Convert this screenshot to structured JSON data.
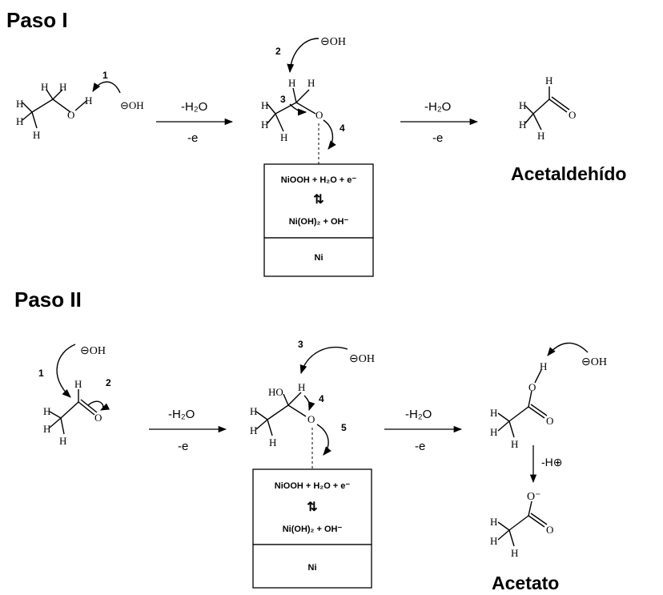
{
  "step1": {
    "title": "Paso I",
    "hydroxide_a": "⊖OH",
    "hydroxide_b": "⊖OH",
    "mech_1": "1",
    "mech_2": "2",
    "mech_3": "3",
    "mech_4": "4",
    "reagent_top": "-H₂O",
    "reagent_bottom": "-e",
    "reagent2_top": "-H₂O",
    "reagent2_bottom": "-e",
    "product_name": "Acetaldehído",
    "box": {
      "line1": "NiOOH + H₂O + e⁻",
      "equilibrium": "⇅",
      "line2": "Ni(OH)₂ + OH⁻",
      "base": "Ni"
    }
  },
  "step2": {
    "title": "Paso II",
    "hydroxide_a": "⊖OH",
    "hydroxide_b": "⊖OH",
    "hydroxide_c": "⊖OH",
    "mech_1": "1",
    "mech_2": "2",
    "mech_3": "3",
    "mech_4": "4",
    "mech_5": "5",
    "ho_label": "HO",
    "reagent_top": "-H₂O",
    "reagent_bottom": "-e",
    "reagent2_top": "-H₂O",
    "reagent2_bottom": "-e",
    "deprotonation": "-H⊕",
    "oxide_charge": "O⁻",
    "product_name": "Acetato",
    "box": {
      "line1": "NiOOH + H₂O + e⁻",
      "equilibrium": "⇅",
      "line2": "Ni(OH)₂ + OH⁻",
      "base": "Ni"
    }
  },
  "atoms": {
    "H": "H",
    "O": "O"
  }
}
